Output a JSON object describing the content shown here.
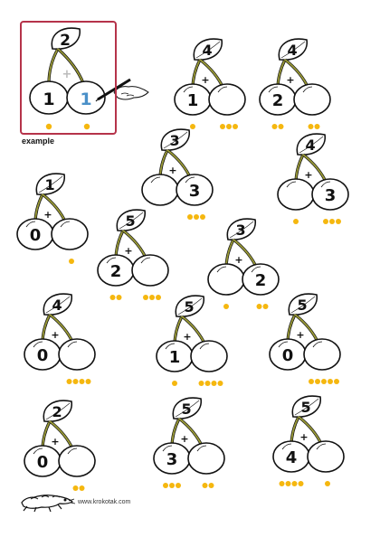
{
  "example_label": "example",
  "footer_text": "www.krokotak.com",
  "colors": {
    "dot": "#f5b70f",
    "stem": "#9a9a36",
    "frame": "#b5334a",
    "answer": "#4a90c8"
  },
  "icons": [
    "cherry-icon",
    "pen-hand-icon",
    "crocodile-logo-icon"
  ],
  "example": {
    "top": "2",
    "left": "1",
    "right": "1",
    "plus": "+",
    "left_dots": 1,
    "right_dots": 1
  },
  "cherries": [
    {
      "top": "4",
      "left": "1",
      "right": "",
      "left_dots": 1,
      "right_dots": 3
    },
    {
      "top": "4",
      "left": "2",
      "right": "",
      "left_dots": 2,
      "right_dots": 2
    },
    {
      "top": "3",
      "left": "",
      "right": "3",
      "left_dots": 0,
      "right_dots": 3
    },
    {
      "top": "4",
      "left": "",
      "right": "3",
      "left_dots": 1,
      "right_dots": 3
    },
    {
      "top": "1",
      "left": "0",
      "right": "",
      "left_dots": 0,
      "right_dots": 1
    },
    {
      "top": "5",
      "left": "2",
      "right": "",
      "left_dots": 2,
      "right_dots": 3
    },
    {
      "top": "3",
      "left": "",
      "right": "2",
      "left_dots": 1,
      "right_dots": 2
    },
    {
      "top": "4",
      "left": "0",
      "right": "",
      "left_dots": 0,
      "right_dots": 4
    },
    {
      "top": "5",
      "left": "1",
      "right": "",
      "left_dots": 1,
      "right_dots": 4
    },
    {
      "top": "5",
      "left": "0",
      "right": "",
      "left_dots": 0,
      "right_dots": 5
    },
    {
      "top": "2",
      "left": "0",
      "right": "",
      "left_dots": 0,
      "right_dots": 2
    },
    {
      "top": "5",
      "left": "3",
      "right": "",
      "left_dots": 3,
      "right_dots": 2
    },
    {
      "top": "5",
      "left": "4",
      "right": "",
      "left_dots": 4,
      "right_dots": 1
    }
  ]
}
